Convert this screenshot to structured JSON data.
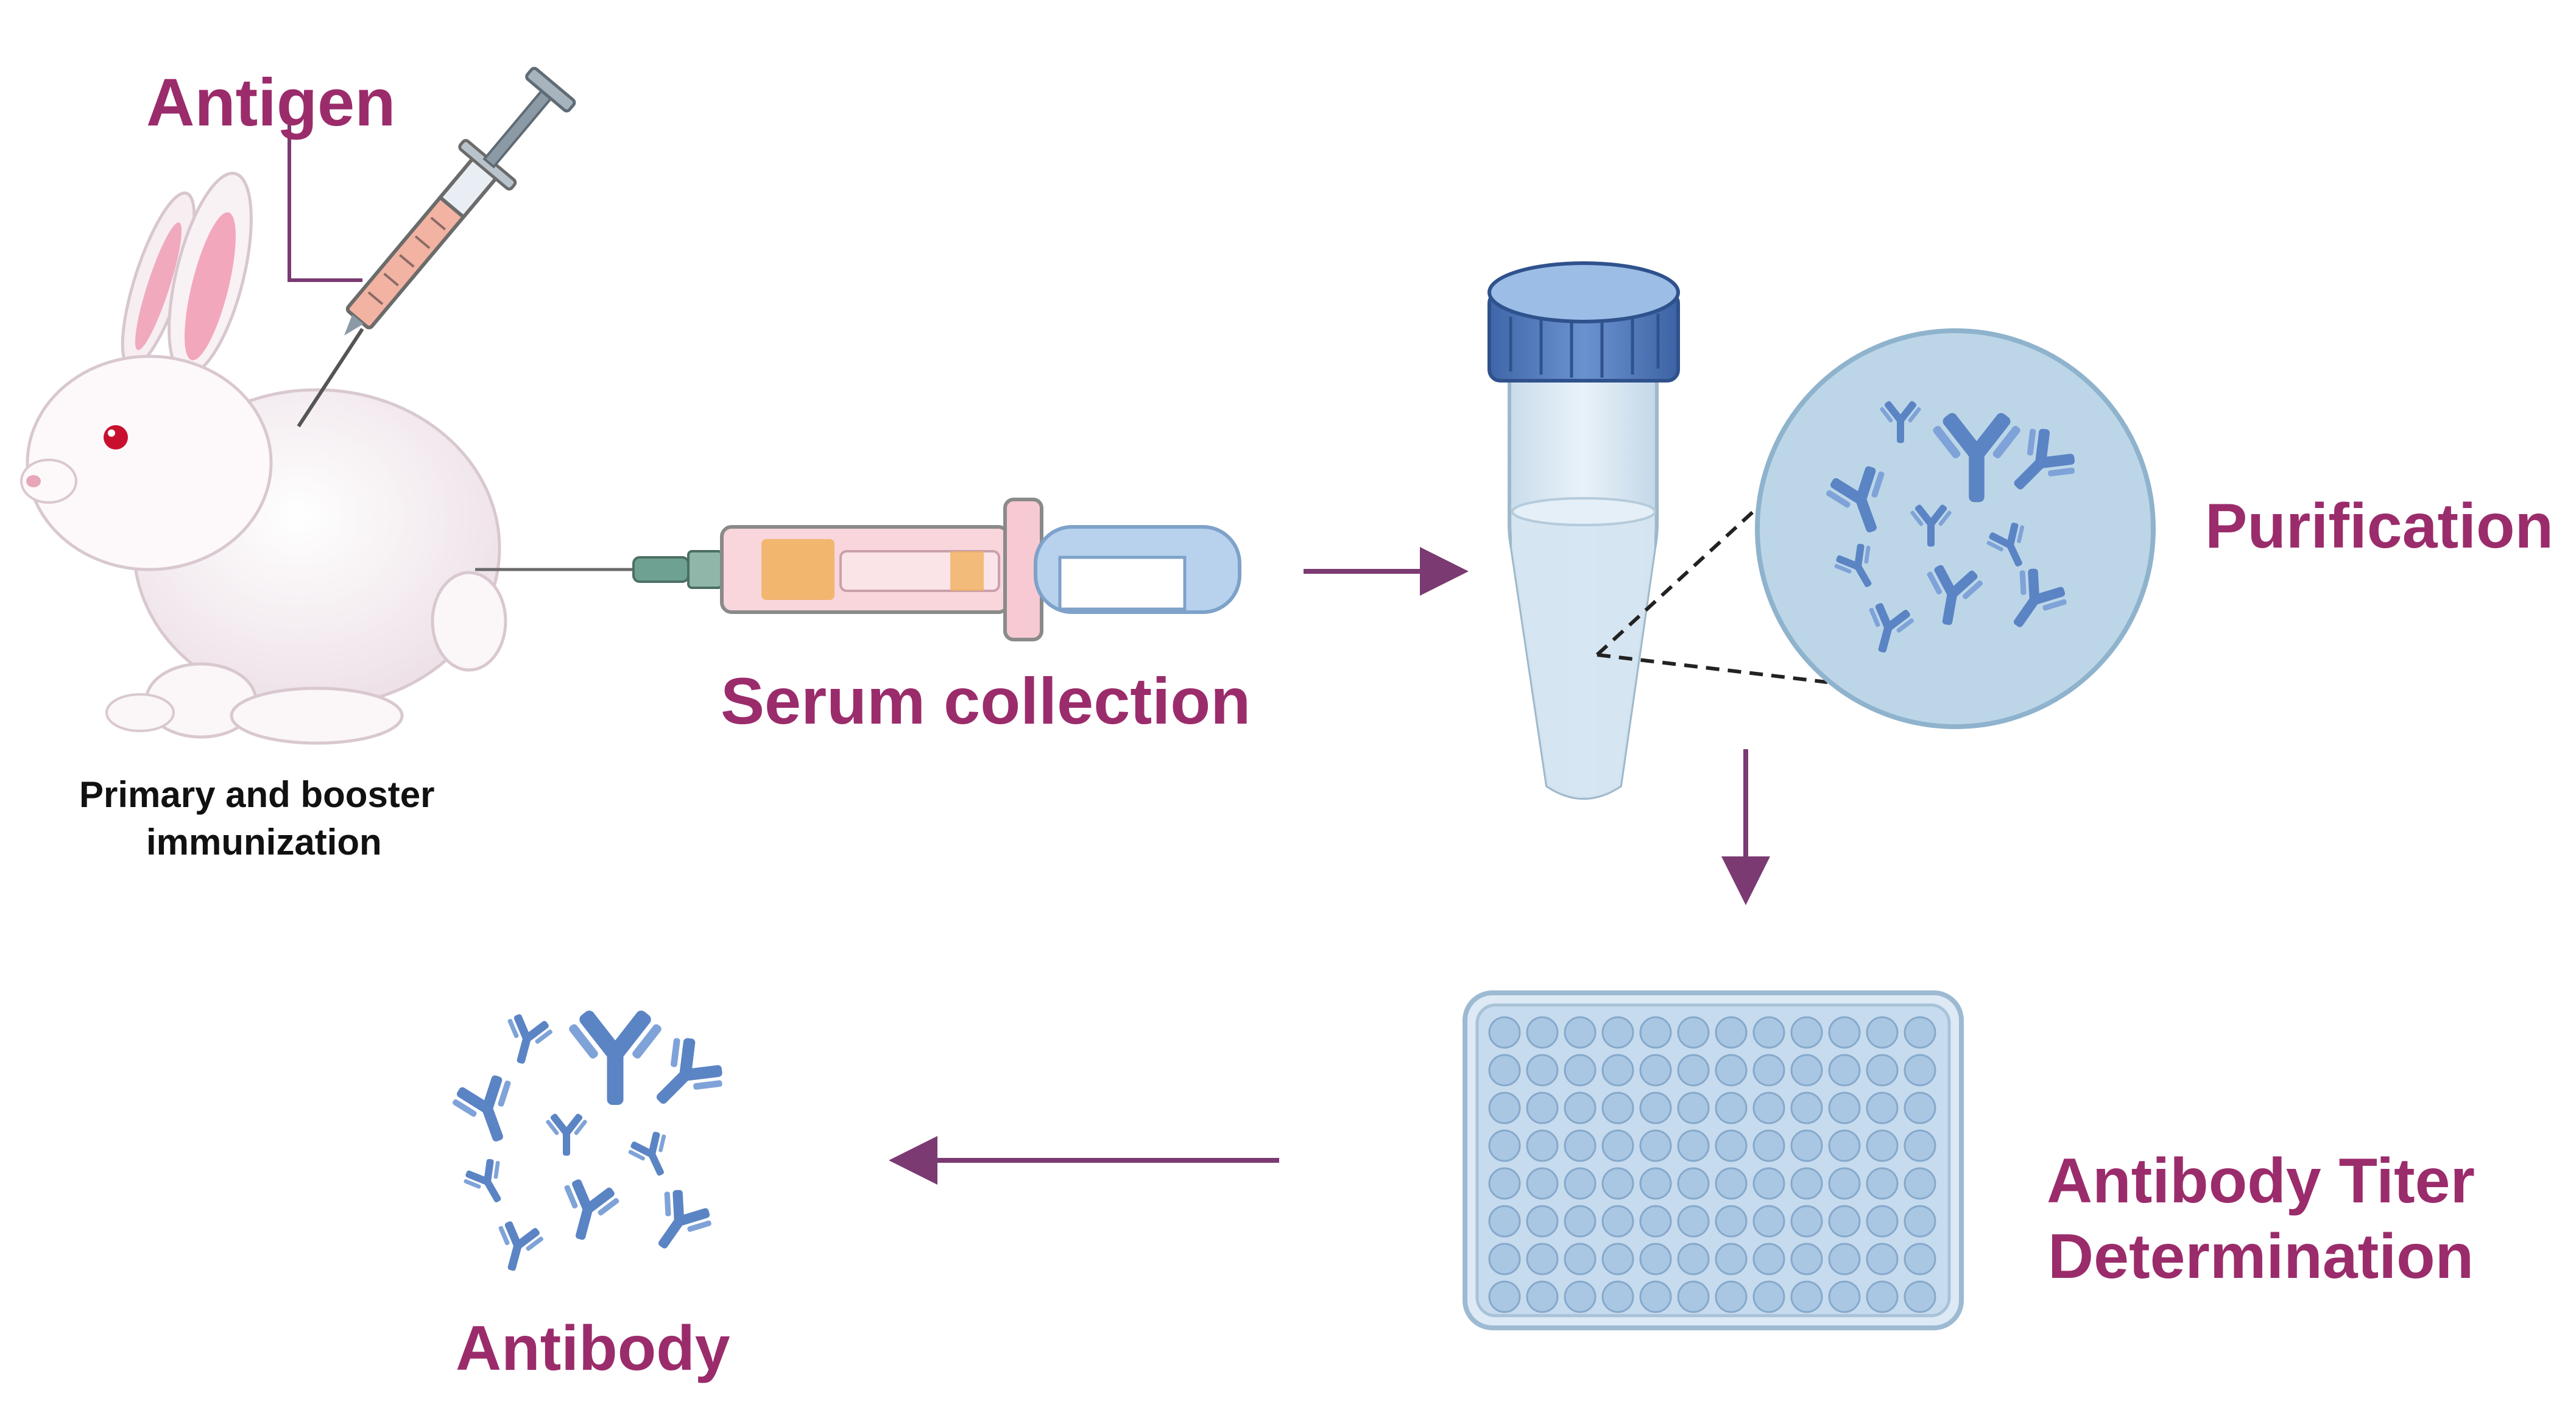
{
  "labels": {
    "antigen": "Antigen",
    "immunization_line1": "Primary and booster",
    "immunization_line2": "immunization",
    "serum_collection": "Serum collection",
    "purification": "Purification",
    "titer_line1": "Antibody Titer",
    "titer_line2": "Determination",
    "antibody": "Antibody"
  },
  "colors": {
    "label_accent": "#9b2c6b",
    "arrow": "#7b3a72",
    "antibody_blue": "#5b84c4",
    "tube_cap": "#4f76b8",
    "magnifier_fill": "#bcd6e8"
  },
  "plate": {
    "rows": 8,
    "columns": 12
  }
}
